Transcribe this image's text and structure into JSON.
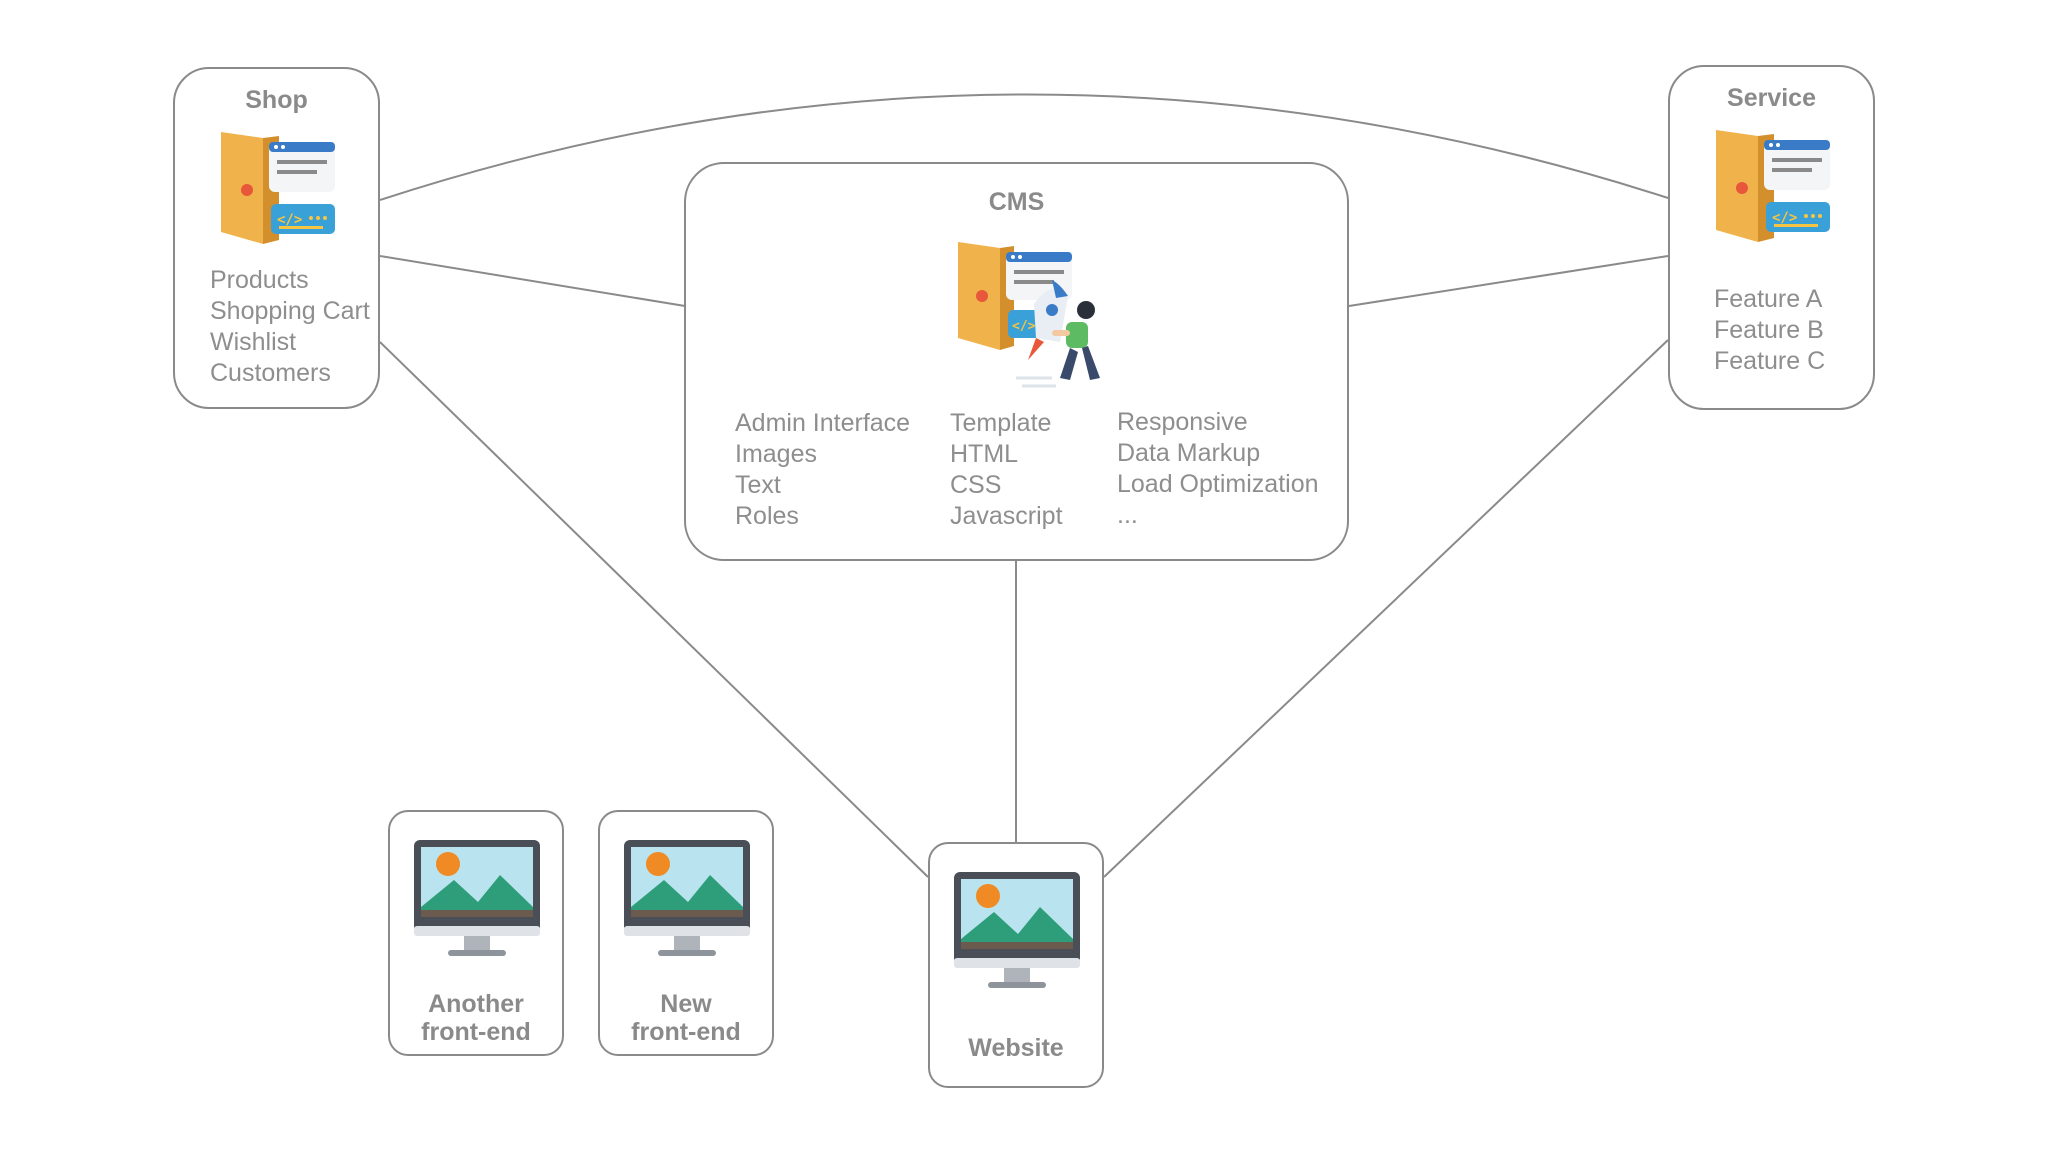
{
  "shop": {
    "title": "Shop",
    "items": [
      "Products",
      "Shopping Cart",
      "Wishlist",
      "Customers"
    ],
    "icon": "door-code-window-icon"
  },
  "service": {
    "title": "Service",
    "items": [
      "Feature A",
      "Feature B",
      "Feature C"
    ],
    "icon": "door-code-window-icon"
  },
  "cms": {
    "title": "CMS",
    "icon": "door-rocket-person-icon",
    "column1": [
      "Admin Interface",
      "Images",
      "Text",
      "Roles"
    ],
    "column2": [
      "Template",
      "HTML",
      "CSS",
      "Javascript"
    ],
    "column3": [
      "Responsive",
      "Data Markup",
      "Load Optimization",
      "..."
    ]
  },
  "frontends": {
    "another": {
      "line1": "Another",
      "line2": "front-end",
      "icon": "monitor-landscape-icon"
    },
    "new": {
      "line1": "New",
      "line2": "front-end",
      "icon": "monitor-landscape-icon"
    },
    "website": {
      "label": "Website",
      "icon": "monitor-landscape-icon"
    }
  },
  "colors": {
    "border": "#8a8a8a",
    "text": "#8e8e8e",
    "line": "#8a8a8a",
    "door": "#f0b24a",
    "door_dark": "#d28f2c",
    "window_blue": "#3a7bc8",
    "code_blue": "#3aa0d8",
    "sky": "#b9e4ef",
    "mountain": "#2e9e7a",
    "sun": "#f08a24"
  }
}
